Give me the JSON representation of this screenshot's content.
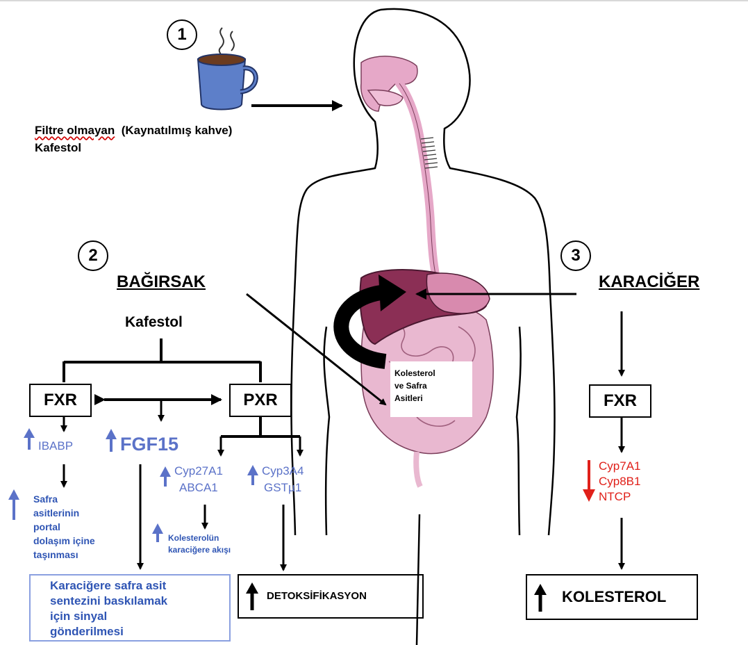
{
  "step_numbers": [
    "1",
    "2",
    "3"
  ],
  "coffee": {
    "line1_a": "Filtre olmayan",
    "line1_b": "(Kaynatılmış kahve)",
    "line2": "Kafestol"
  },
  "intestine": {
    "title": "BAĞIRSAK",
    "kafestol": "Kafestol",
    "fxr": "FXR",
    "pxr": "PXR",
    "ibabp": "IBABP",
    "fgf15": "FGF15",
    "cyp27a1": "Cyp27A1",
    "abca1": "ABCA1",
    "cyp3a4": "Cyp3A4",
    "gstu1": "GSTµ1",
    "safra_lines": [
      "Safra",
      "asitlerinin",
      "portal",
      "dolaşım içine",
      "taşınması"
    ],
    "kolesterol_akis": [
      "Kolesterolün",
      "karaciğere akışı"
    ],
    "signal_lines": [
      "Karaciğere safra asit",
      "sentezini baskılamak",
      "için sinyal",
      "gönderilmesi"
    ],
    "detox": "DETOKSİFİKASYON"
  },
  "body_label": [
    "Kolesterol",
    "ve Safra",
    "Asitleri"
  ],
  "liver": {
    "title": "KARACİĞER",
    "fxr": "FXR",
    "genes": [
      "Cyp7A1",
      "Cyp8B1",
      "NTCP"
    ],
    "kolesterol": "KOLESTEROL"
  },
  "colors": {
    "up_arrow_blue": "#5b72c8",
    "text_dark_blue": "#2f55b4",
    "down_arrow_red": "#e0201a",
    "organ_pink": "#e6a8c8",
    "liver_maroon": "#8b2f55"
  }
}
